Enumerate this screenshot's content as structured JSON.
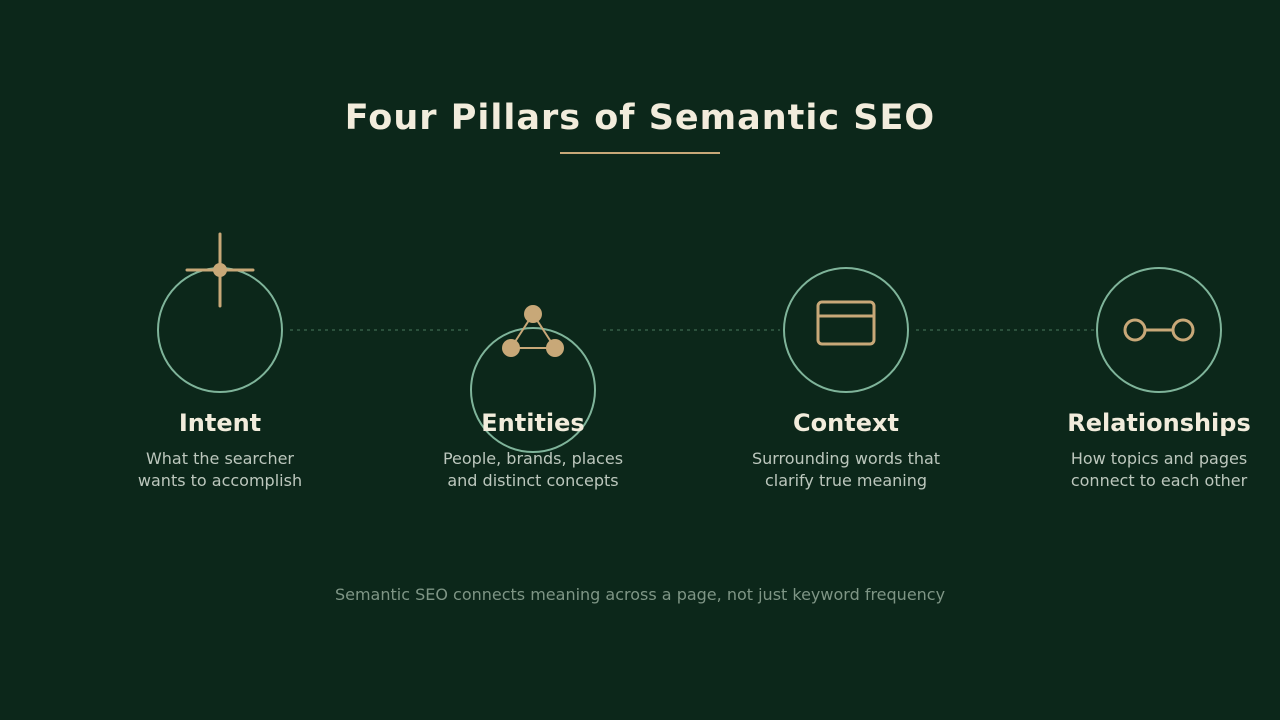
{
  "slide": {
    "title": "Four Pillars of Semantic SEO",
    "footer": "Semantic SEO connects meaning across a page, not just keyword frequency"
  },
  "colors": {
    "background": "#0c271a",
    "accent_gold": "#c8a878",
    "circle_stroke": "#7fb49a",
    "title_text": "#f2ecdc",
    "body_text": "#bcc7bd",
    "footer_text": "#7e9585"
  },
  "pillars": [
    {
      "name": "Intent",
      "icon": "crosshair-star-icon",
      "description_lines": [
        "What the searcher",
        "wants to accomplish"
      ]
    },
    {
      "name": "Entities",
      "icon": "triangle-network-icon",
      "description_lines": [
        "People, brands, places",
        "and distinct concepts"
      ]
    },
    {
      "name": "Context",
      "icon": "window-card-icon",
      "description_lines": [
        "Surrounding words that",
        "clarify true meaning"
      ]
    },
    {
      "name": "Relationships",
      "icon": "link-nodes-icon",
      "description_lines": [
        "How topics and pages",
        "connect to each other"
      ]
    }
  ]
}
